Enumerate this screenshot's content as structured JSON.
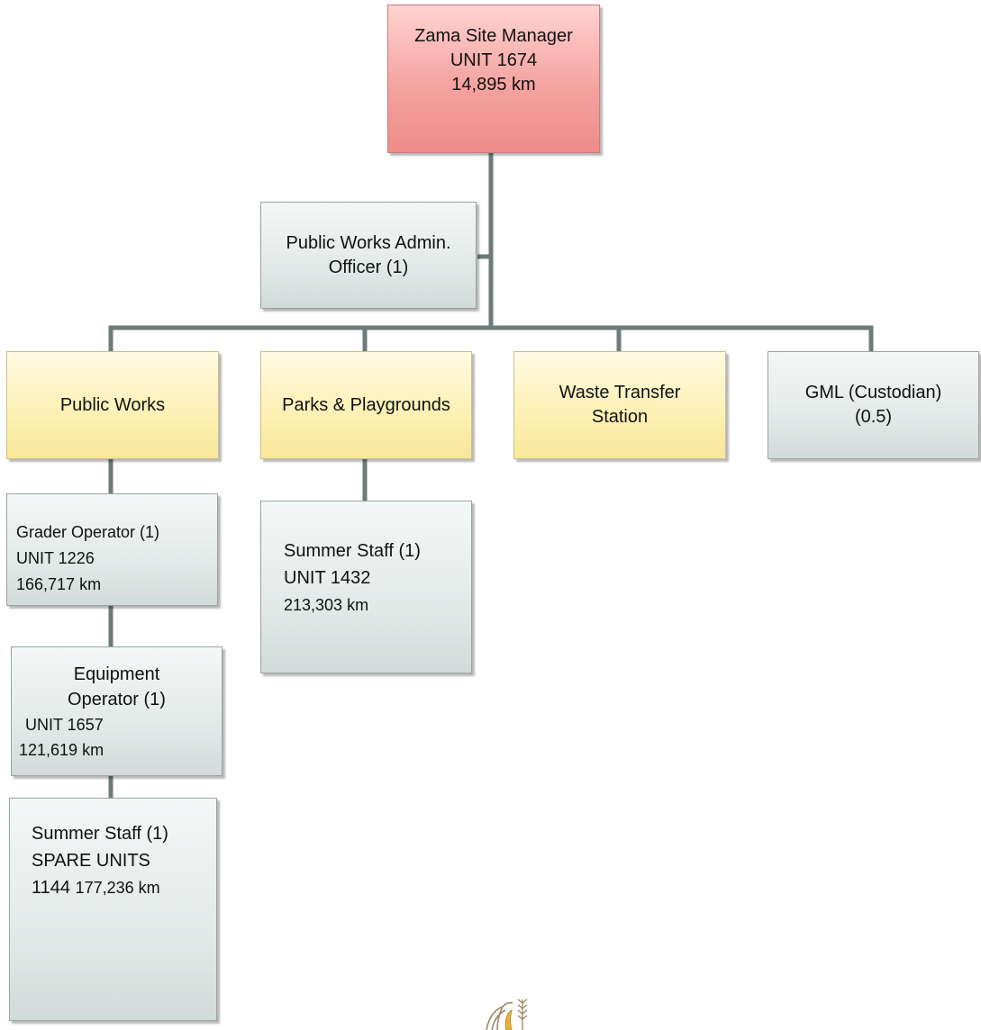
{
  "manager": {
    "line1": "Zama Site Manager",
    "line2": "UNIT 1674",
    "line3": "14,895 km"
  },
  "admin": {
    "line1": "Public Works Admin.",
    "line2": "Officer (1)"
  },
  "departments": {
    "public_works": "Public Works",
    "parks": "Parks & Playgrounds",
    "waste_line1": "Waste Transfer",
    "waste_line2": "Station",
    "gml_line1": "GML (Custodian)",
    "gml_line2": "(0.5)"
  },
  "grader": {
    "line1": "Grader Operator (1)",
    "line2": "UNIT 1226",
    "line3": "166,717 km"
  },
  "equipment": {
    "line1": "Equipment",
    "line2": "Operator (1)",
    "line3": "UNIT 1657",
    "line4": "121,619 km"
  },
  "summer_pw": {
    "line1": "Summer Staff (1)",
    "line2": "SPARE UNITS",
    "line3a": "1144",
    "line3b": "177,236 km"
  },
  "summer_parks": {
    "line1": "Summer Staff (1)",
    "line2": "UNIT 1432",
    "line3": "213,303 km"
  },
  "colors": {
    "connector": "#6e7b7a",
    "manager_fill": "#f4a3a0",
    "department_fill": "#fdf0b2",
    "staff_fill": "#e3e9e8"
  }
}
